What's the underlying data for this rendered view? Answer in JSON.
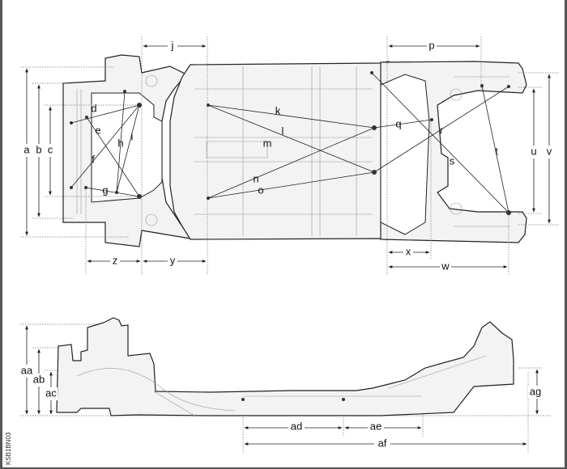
{
  "diagram": {
    "figure_code": "KSB1BN03",
    "top_view_labels": {
      "a": "a",
      "b": "b",
      "c": "c",
      "d": "d",
      "e": "e",
      "f": "f",
      "g": "g",
      "h": "h",
      "i": "i",
      "j": "j",
      "k": "k",
      "l": "l",
      "m": "m",
      "n": "n",
      "o": "o",
      "p": "p",
      "q": "q",
      "r": "r",
      "s": "s",
      "t": "t",
      "u": "u",
      "v": "v",
      "w": "w",
      "x": "x",
      "y": "y",
      "z": "z"
    },
    "side_view_labels": {
      "aa": "aa",
      "ab": "ab",
      "ac": "ac",
      "ad": "ad",
      "ae": "ae",
      "af": "af",
      "ag": "ag"
    }
  }
}
